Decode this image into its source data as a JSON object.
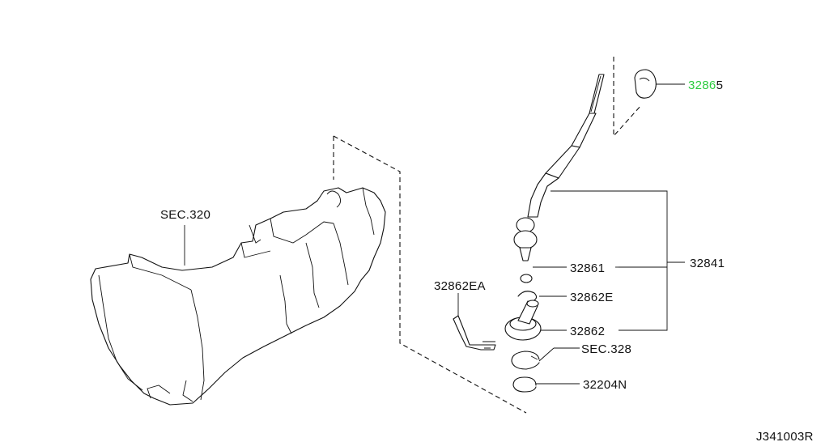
{
  "colors": {
    "line": "#111111",
    "highlight": "#2ecc40",
    "background": "#ffffff"
  },
  "labels": {
    "sec320": "SEC.320",
    "knob_hl": "3286",
    "knob_rest": "5",
    "lever": "32841",
    "nut": "32861",
    "bracket": "32862EA",
    "clip": "32862E",
    "boot": "32862",
    "sec328": "SEC.328",
    "ring": "32204N",
    "diagram_code": "J341003R"
  }
}
